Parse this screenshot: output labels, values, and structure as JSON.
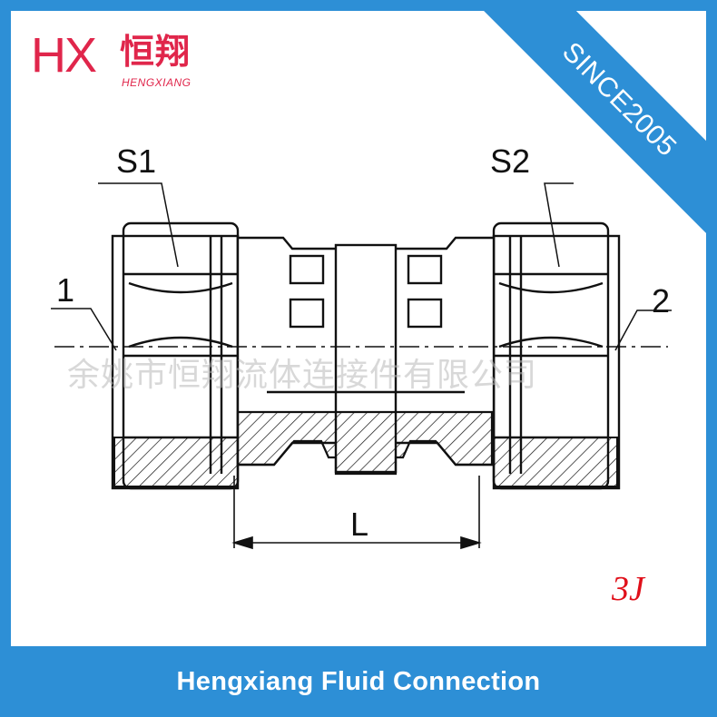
{
  "logo": {
    "mark": "HX",
    "chinese": "恒翔",
    "english": "HENGXIANG"
  },
  "ribbon": {
    "text": "SINCE2005"
  },
  "diagram": {
    "labels": {
      "s1": "S1",
      "s2": "S2",
      "port1": "1",
      "port2": "2",
      "length": "L"
    },
    "model_code": "3J"
  },
  "watermark": "余姚市恒翔流体连接件有限公司",
  "footer": {
    "text": "Hengxiang Fluid Connection"
  },
  "colors": {
    "frame_blue": "#2d8fd6",
    "logo_red": "#e0264b",
    "code_red": "#e0101a",
    "line": "#111111"
  }
}
